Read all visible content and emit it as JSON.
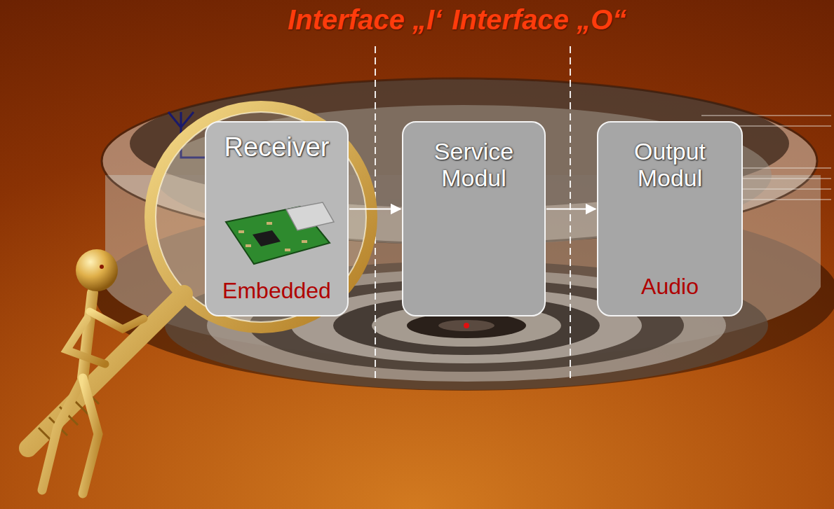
{
  "diagram": {
    "nodes": [
      {
        "text": [
          "Receiver",
          "Embedded"
        ]
      },
      {
        "text": [
          "Service Modul"
        ]
      },
      {
        "text": [
          "Output Modul",
          "Audio"
        ]
      }
    ],
    "edges": [
      {
        "from": 0,
        "to": 1,
        "arrow": "to"
      },
      {
        "from": 1,
        "to": 2,
        "arrow": "to"
      }
    ],
    "labels": [
      "Interface „I‘",
      "Interface „O“"
    ]
  }
}
